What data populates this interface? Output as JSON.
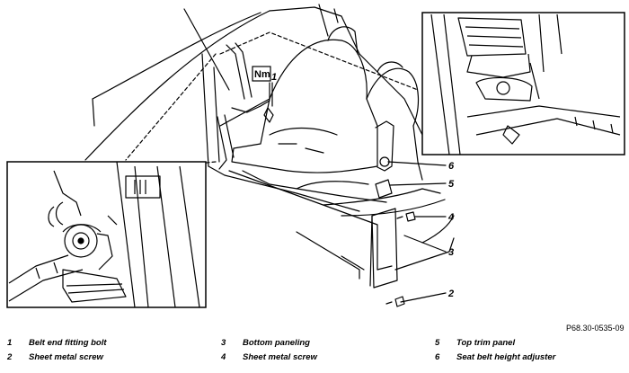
{
  "figure": {
    "figure_code": "P68.30-0535-09",
    "torque_symbol": "Nm"
  },
  "callouts": [
    {
      "num": "1"
    },
    {
      "num": "2"
    },
    {
      "num": "3"
    },
    {
      "num": "4"
    },
    {
      "num": "5"
    },
    {
      "num": "6"
    }
  ],
  "legend": [
    {
      "num": "1",
      "text": "Belt end fitting bolt"
    },
    {
      "num": "2",
      "text": "Sheet metal screw"
    },
    {
      "num": "3",
      "text": "Bottom paneling"
    },
    {
      "num": "4",
      "text": "Sheet metal screw"
    },
    {
      "num": "5",
      "text": "Top trim panel"
    },
    {
      "num": "6",
      "text": "Seat belt height adjuster"
    }
  ]
}
